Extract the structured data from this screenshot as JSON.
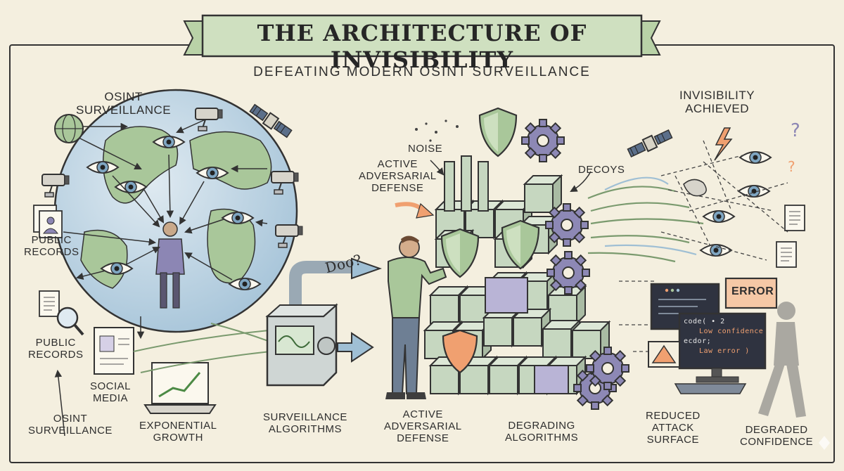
{
  "title": "THE ARCHITECTURE OF INVISIBILITY",
  "subtitle": "DEFEATING MODERN OSINT SURVEILLANCE",
  "labels": {
    "osint_surveillance_top": [
      "OSINT",
      "SURVEILLANCE"
    ],
    "public_records_upper": [
      "PUBLIC",
      "RECORDS"
    ],
    "public_records_lower": [
      "PUBLIC",
      "RECORDS"
    ],
    "social_media": [
      "SOCIAL",
      "MEDIA"
    ],
    "osint_surveillance_bottom": [
      "OSINT",
      "SURVEILLANCE"
    ],
    "exponential_growth": [
      "EXPONENTIAL",
      "GROWTH"
    ],
    "surveillance_algorithms": [
      "SURVEILLANCE",
      "ALGORITHMS"
    ],
    "active_defense_bottom": [
      "ACTIVE",
      "ADVERSARIAL",
      "DEFENSE"
    ],
    "degrading_algorithms": [
      "DEGRADING",
      "ALGORITHMS"
    ],
    "reduced_attack_surface": [
      "REDUCED",
      "ATTACK",
      "SURFACE"
    ],
    "degraded_confidence": [
      "DEGRADED",
      "CONFIDENCE"
    ],
    "noise": "NOISE",
    "active_defense_top": [
      "ACTIVE",
      "ADVERSARIAL",
      "DEFENSE"
    ],
    "decoys": "DECOYS",
    "invisibility_achieved": [
      "INVISIBILITY",
      "ACHIEVED"
    ],
    "doot": "Doo?",
    "error": "ERROR",
    "code_lines": [
      "code( • 2",
      "Low confidence",
      "ecdor;",
      "Law error )"
    ]
  },
  "colors": {
    "background": "#f4efdf",
    "banner": "#cfe0c0",
    "green": "#a9c79a",
    "blue": "#9fbfd4",
    "orange": "#f0a070",
    "purple": "#8c86b4",
    "ink": "#2e2e2e"
  },
  "icons": [
    "satellite-icon",
    "cctv-camera-icon",
    "eye-icon",
    "globe-icon",
    "shield-icon",
    "gear-icon",
    "document-icon",
    "magnifier-icon",
    "laptop-icon",
    "monitor-icon",
    "warning-icon",
    "lightning-icon"
  ]
}
